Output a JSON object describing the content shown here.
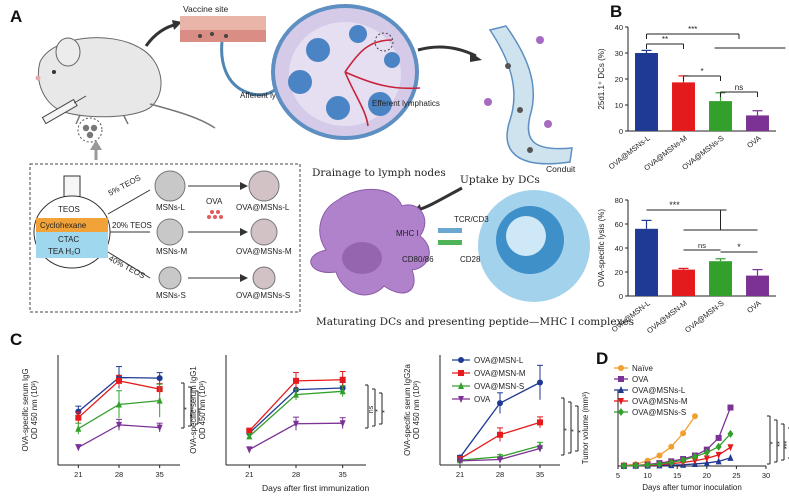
{
  "panels": {
    "A": "A",
    "B": "B",
    "C": "C",
    "D": "D"
  },
  "scheme": {
    "vaccine_site": "Vaccine site",
    "afferent_lymphatics": "Afferent lymphatics",
    "efferent_lymphatics": "Efferent lymphatics",
    "conduit": "Conduit",
    "drainage": "Drainage to lymph nodes",
    "uptake": "Uptake by DCs",
    "maturating": "Maturating DCs and presenting peptide—MHC I complexes",
    "mhc": "MHC I",
    "tcr": "TCR/CD3",
    "cd8086": "CD80/86",
    "cd28": "CD28",
    "flask": [
      "TEOS",
      "Cyclohexane",
      "CTAC",
      "TEA  H₂O"
    ],
    "teos": [
      "5% TEOS",
      "20% TEOS",
      "40% TEOS"
    ],
    "msn": [
      "MSNs-L",
      "MSNs-M",
      "MSNs-S"
    ],
    "ova": "OVA",
    "ova_msn": [
      "OVA@MSNs-L",
      "OVA@MSNs-M",
      "OVA@MSNs-S"
    ]
  },
  "chart_data": [
    {
      "id": "B-top",
      "type": "bar",
      "ylabel": "25d1.1⁺ DCs (%)",
      "categories": [
        "OVA@MSNs-L",
        "OVA@MSNs-M",
        "OVA@MSNs-S",
        "OVA"
      ],
      "values": [
        30,
        18.7,
        11.5,
        6
      ],
      "errors": [
        1,
        2.5,
        3.2,
        1.8
      ],
      "colors": [
        "#1f3a93",
        "#e41a1c",
        "#33a02c",
        "#7b3294"
      ],
      "ylim": [
        0,
        40
      ],
      "yticks": [
        0,
        10,
        20,
        30,
        40
      ],
      "significance": [
        {
          "label": "**",
          "from": 0,
          "to": 1
        },
        {
          "label": "***",
          "from": 0,
          "to": "2-3"
        },
        {
          "label": "*",
          "from": 1,
          "to": 2
        },
        {
          "label": "ns",
          "from": 2,
          "to": 3
        }
      ]
    },
    {
      "id": "B-bottom",
      "type": "bar",
      "ylabel": "OVA-specific lysis (%)",
      "categories": [
        "OVA@MSN-L",
        "OVA@MSN-M",
        "OVA@MSN-S",
        "OVA"
      ],
      "values": [
        56,
        22,
        29,
        17
      ],
      "errors": [
        7,
        1,
        2,
        5
      ],
      "colors": [
        "#1f3a93",
        "#e41a1c",
        "#33a02c",
        "#7b3294"
      ],
      "ylim": [
        0,
        80
      ],
      "yticks": [
        0,
        20,
        40,
        60,
        80
      ],
      "significance": [
        {
          "label": "***",
          "from": 0,
          "to": "1-3"
        },
        {
          "label": "ns",
          "from": 1,
          "to": 2
        },
        {
          "label": "*",
          "from": 2,
          "to": 3
        }
      ]
    },
    {
      "id": "C-IgG",
      "type": "line",
      "ylabel": "OVA-specific serum IgG\nOD 450 nm (10³)",
      "x": [
        21,
        28,
        35
      ],
      "ylim": [
        0,
        2.0
      ],
      "series": [
        {
          "values": [
            0.97,
            1.59,
            1.58
          ],
          "errors": [
            0.1,
            0.2,
            0.1
          ],
          "color": "#1f3a93",
          "marker": "circle"
        },
        {
          "values": [
            0.86,
            1.53,
            1.38
          ],
          "errors": [
            0.1,
            0.1,
            0.1
          ],
          "color": "#e41a1c",
          "marker": "square"
        },
        {
          "values": [
            0.66,
            1.1,
            1.17
          ],
          "errors": [
            0.1,
            0.25,
            0.3
          ],
          "color": "#33a02c",
          "marker": "triangle"
        },
        {
          "values": [
            0.32,
            0.73,
            0.68
          ],
          "errors": [
            0.05,
            0.1,
            0.08
          ],
          "color": "#7b3294",
          "marker": "tri-down"
        }
      ],
      "significance": [
        "*",
        "**",
        "**"
      ]
    },
    {
      "id": "C-IgG1",
      "type": "line",
      "ylabel": "OVA-specific serum IgG1\nOD 450 nm (10³)",
      "x": [
        21,
        28,
        35
      ],
      "ylim": [
        0,
        2.0
      ],
      "series": [
        {
          "values": [
            0.58,
            1.37,
            1.4
          ],
          "errors": [
            0.05,
            0.15,
            0.1
          ],
          "color": "#1f3a93",
          "marker": "circle"
        },
        {
          "values": [
            0.62,
            1.53,
            1.55
          ],
          "errors": [
            0.05,
            0.15,
            0.15
          ],
          "color": "#e41a1c",
          "marker": "square"
        },
        {
          "values": [
            0.52,
            1.28,
            1.34
          ],
          "errors": [
            0.05,
            0.1,
            0.1
          ],
          "color": "#33a02c",
          "marker": "triangle"
        },
        {
          "values": [
            0.28,
            0.75,
            0.76
          ],
          "errors": [
            0.05,
            0.12,
            0.1
          ],
          "color": "#7b3294",
          "marker": "tri-down"
        }
      ],
      "significance": [
        "ns",
        "*",
        "*"
      ]
    },
    {
      "id": "C-IgG2a",
      "type": "line",
      "ylabel": "OVA-specific serum IgG2a\nOD 450 nm (10³)",
      "x": [
        21,
        28,
        35
      ],
      "ylim": [
        0,
        1.6
      ],
      "series": [
        {
          "name": "OVA@MSN-L",
          "values": [
            0.11,
            0.9,
            1.2
          ],
          "errors": [
            0.03,
            0.15,
            0.25
          ],
          "color": "#1f3a93",
          "marker": "circle"
        },
        {
          "name": "OVA@MSN-M",
          "values": [
            0.09,
            0.44,
            0.62
          ],
          "errors": [
            0.02,
            0.1,
            0.08
          ],
          "color": "#e41a1c",
          "marker": "square"
        },
        {
          "name": "OVA@MSN-S",
          "values": [
            0.07,
            0.12,
            0.28
          ],
          "errors": [
            0.02,
            0.03,
            0.05
          ],
          "color": "#33a02c",
          "marker": "triangle"
        },
        {
          "name": "OVA",
          "values": [
            0.06,
            0.08,
            0.24
          ],
          "errors": [
            0.02,
            0.02,
            0.04
          ],
          "color": "#7b3294",
          "marker": "tri-down"
        }
      ],
      "significance": [
        "*",
        "*",
        "*"
      ]
    },
    {
      "id": "D",
      "type": "line",
      "ylabel": "Tumor volume (mm³)",
      "xlabel": "Days after tumor inoculation",
      "xticks": [
        5,
        10,
        15,
        20,
        25,
        30
      ],
      "xlim": [
        5,
        30
      ],
      "ylim": [
        0,
        1300
      ],
      "series": [
        {
          "name": "Naïve",
          "x": [
            6,
            8,
            10,
            12,
            14,
            16,
            18
          ],
          "values": [
            10,
            30,
            90,
            180,
            330,
            560,
            850
          ],
          "color": "#f0a030",
          "marker": "circle"
        },
        {
          "name": "OVA",
          "x": [
            6,
            8,
            10,
            12,
            14,
            16,
            18,
            20,
            22,
            24
          ],
          "values": [
            5,
            10,
            25,
            50,
            80,
            120,
            180,
            280,
            480,
            1000
          ],
          "color": "#7b3294",
          "marker": "square"
        },
        {
          "name": "OVA@MSNs-L",
          "x": [
            6,
            8,
            10,
            12,
            14,
            16,
            18,
            20,
            22,
            24
          ],
          "values": [
            2,
            4,
            6,
            10,
            15,
            22,
            35,
            50,
            80,
            140
          ],
          "color": "#1f3a93",
          "marker": "triangle"
        },
        {
          "name": "OVA@MSNs-M",
          "x": [
            6,
            8,
            10,
            12,
            14,
            16,
            18,
            20,
            22,
            24
          ],
          "values": [
            3,
            6,
            12,
            22,
            40,
            60,
            90,
            130,
            190,
            320
          ],
          "color": "#e41a1c",
          "marker": "tri-down"
        },
        {
          "name": "OVA@MSNs-S",
          "x": [
            6,
            8,
            10,
            12,
            14,
            16,
            18,
            20,
            22,
            24
          ],
          "values": [
            4,
            8,
            18,
            35,
            60,
            100,
            160,
            230,
            330,
            550
          ],
          "color": "#33a02c",
          "marker": "diamond"
        }
      ],
      "significance": [
        "*",
        "**",
        "***",
        "***"
      ]
    }
  ],
  "c_xlabel": "Days after first immunization",
  "ns_label": "ns"
}
